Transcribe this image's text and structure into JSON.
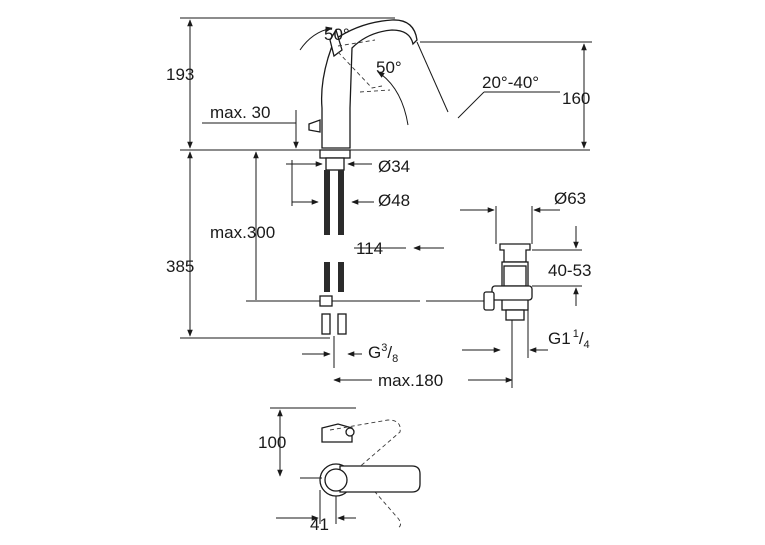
{
  "dimensions": {
    "total_height": "193",
    "spout_height": "160",
    "handle_angle_top": "50°",
    "handle_angle_side": "50°",
    "spout_rotation": "20°-40°",
    "deck_thickness": "max. 30",
    "shank_diameter": "Ø34",
    "base_diameter": "Ø48",
    "below_deck": "385",
    "hose_length": "max.300",
    "waste_offset": "114",
    "waste_diameter": "Ø63",
    "waste_range": "40-53",
    "connection_base": "G",
    "connection_sup": "3",
    "connection_sub": "8",
    "waste_thread_base": "G1",
    "waste_thread_sup": "1",
    "waste_thread_sub": "4",
    "waste_distance": "max.180",
    "plan_depth": "100",
    "plan_offset": "41"
  }
}
